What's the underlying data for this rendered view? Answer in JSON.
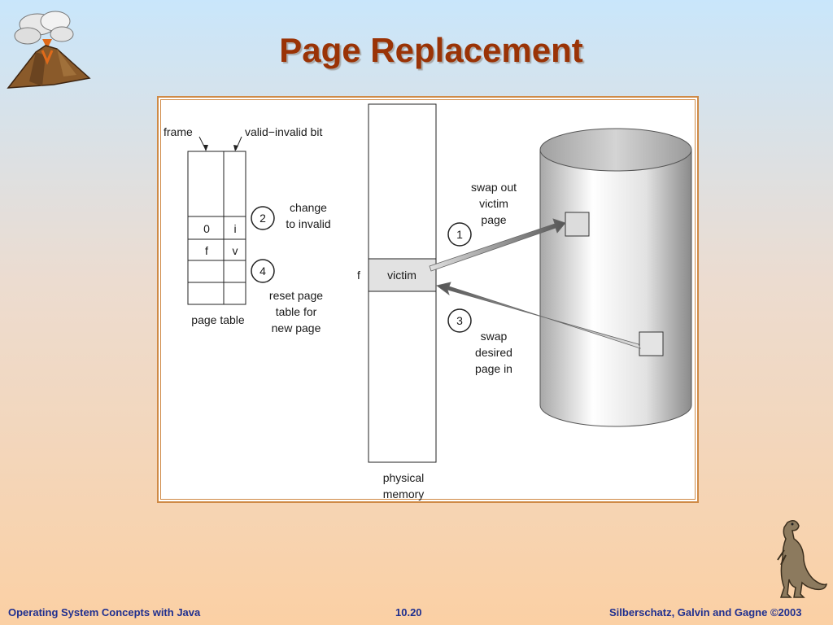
{
  "slide": {
    "title": "Page Replacement",
    "footer_left": "Operating System Concepts with Java",
    "footer_center": "10.20",
    "footer_right": "Silberschatz, Galvin and Gagne ©2003"
  },
  "diagram": {
    "label_frame": "frame",
    "label_valid_invalid": "valid−invalid bit",
    "page_table_rows": [
      {
        "frame": "",
        "bit": ""
      },
      {
        "frame": "0",
        "bit": "i"
      },
      {
        "frame": "f",
        "bit": "v"
      },
      {
        "frame": "",
        "bit": ""
      },
      {
        "frame": "",
        "bit": ""
      }
    ],
    "page_table_label": "page table",
    "step2_num": "2",
    "step2_line1": "change",
    "step2_line2": "to invalid",
    "step4_num": "4",
    "step4_line1": "reset page",
    "step4_line2": "table for",
    "step4_line3": "new page",
    "frame_letter": "f",
    "victim_label": "victim",
    "physical_line1": "physical",
    "physical_line2": "memory",
    "step1_num": "1",
    "step1_line1": "swap out",
    "step1_line2": "victim",
    "step1_line3": "page",
    "step3_num": "3",
    "step3_line1": "swap",
    "step3_line2": "desired",
    "step3_line3": "page in"
  }
}
